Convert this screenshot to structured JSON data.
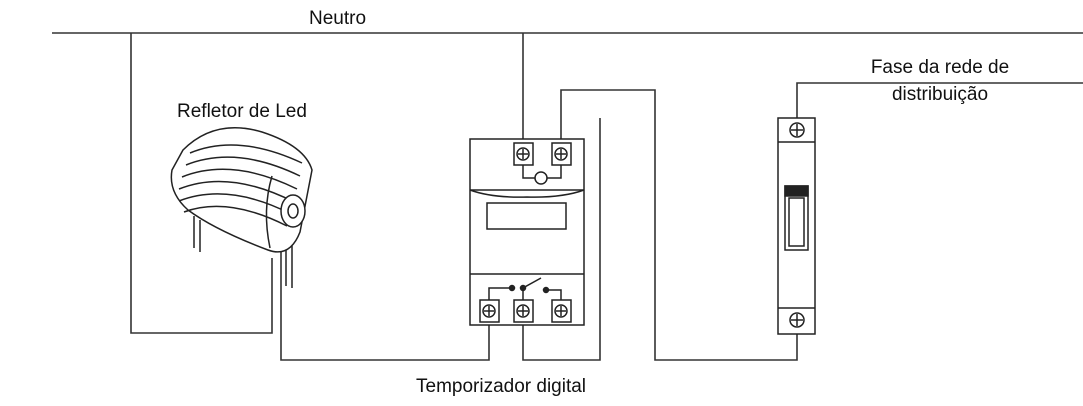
{
  "diagram": {
    "labels": {
      "neutral": "Neutro",
      "reflector": "Refletor de Led",
      "phase_line1": "Fase da rede de",
      "phase_line2": "distribuição",
      "timer": "Temporizador digital"
    },
    "colors": {
      "wire": "#333333",
      "outline": "#222222",
      "background": "#ffffff"
    },
    "components": [
      "led-reflector",
      "digital-timer",
      "circuit-breaker"
    ]
  }
}
